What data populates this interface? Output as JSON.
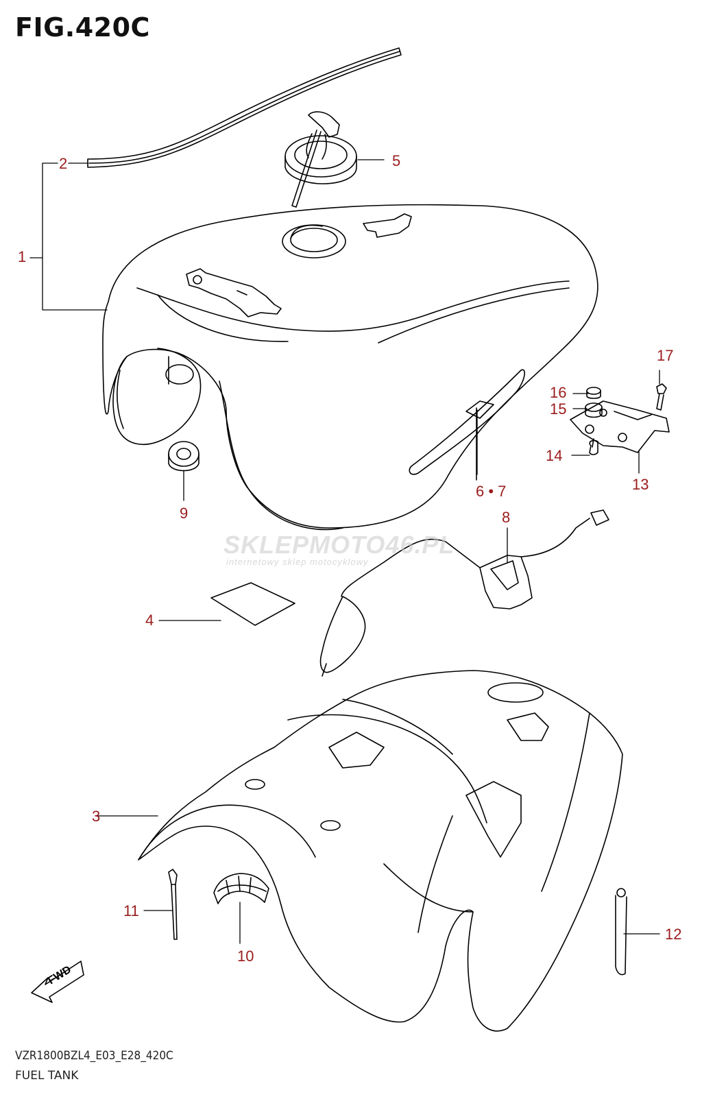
{
  "figure": {
    "title": "FIG.420C",
    "footer_code": "VZR1800BZL4_E03_E28_420C",
    "footer_name": "FUEL TANK"
  },
  "watermark": {
    "main": "SKLEPMOTO46.PL",
    "sub": "internetowy sklep motocyklowy"
  },
  "fwd_label": "FWD",
  "callouts": {
    "c1": "1",
    "c2": "2",
    "c3": "3",
    "c4": "4",
    "c5": "5",
    "c6_7": "6 • 7",
    "c8": "8",
    "c9": "9",
    "c10": "10",
    "c11": "11",
    "c12": "12",
    "c13": "13",
    "c14": "14",
    "c15": "15",
    "c16": "16",
    "c17": "17"
  },
  "colors": {
    "line": "#000000",
    "callout": "#9a1c1c"
  }
}
